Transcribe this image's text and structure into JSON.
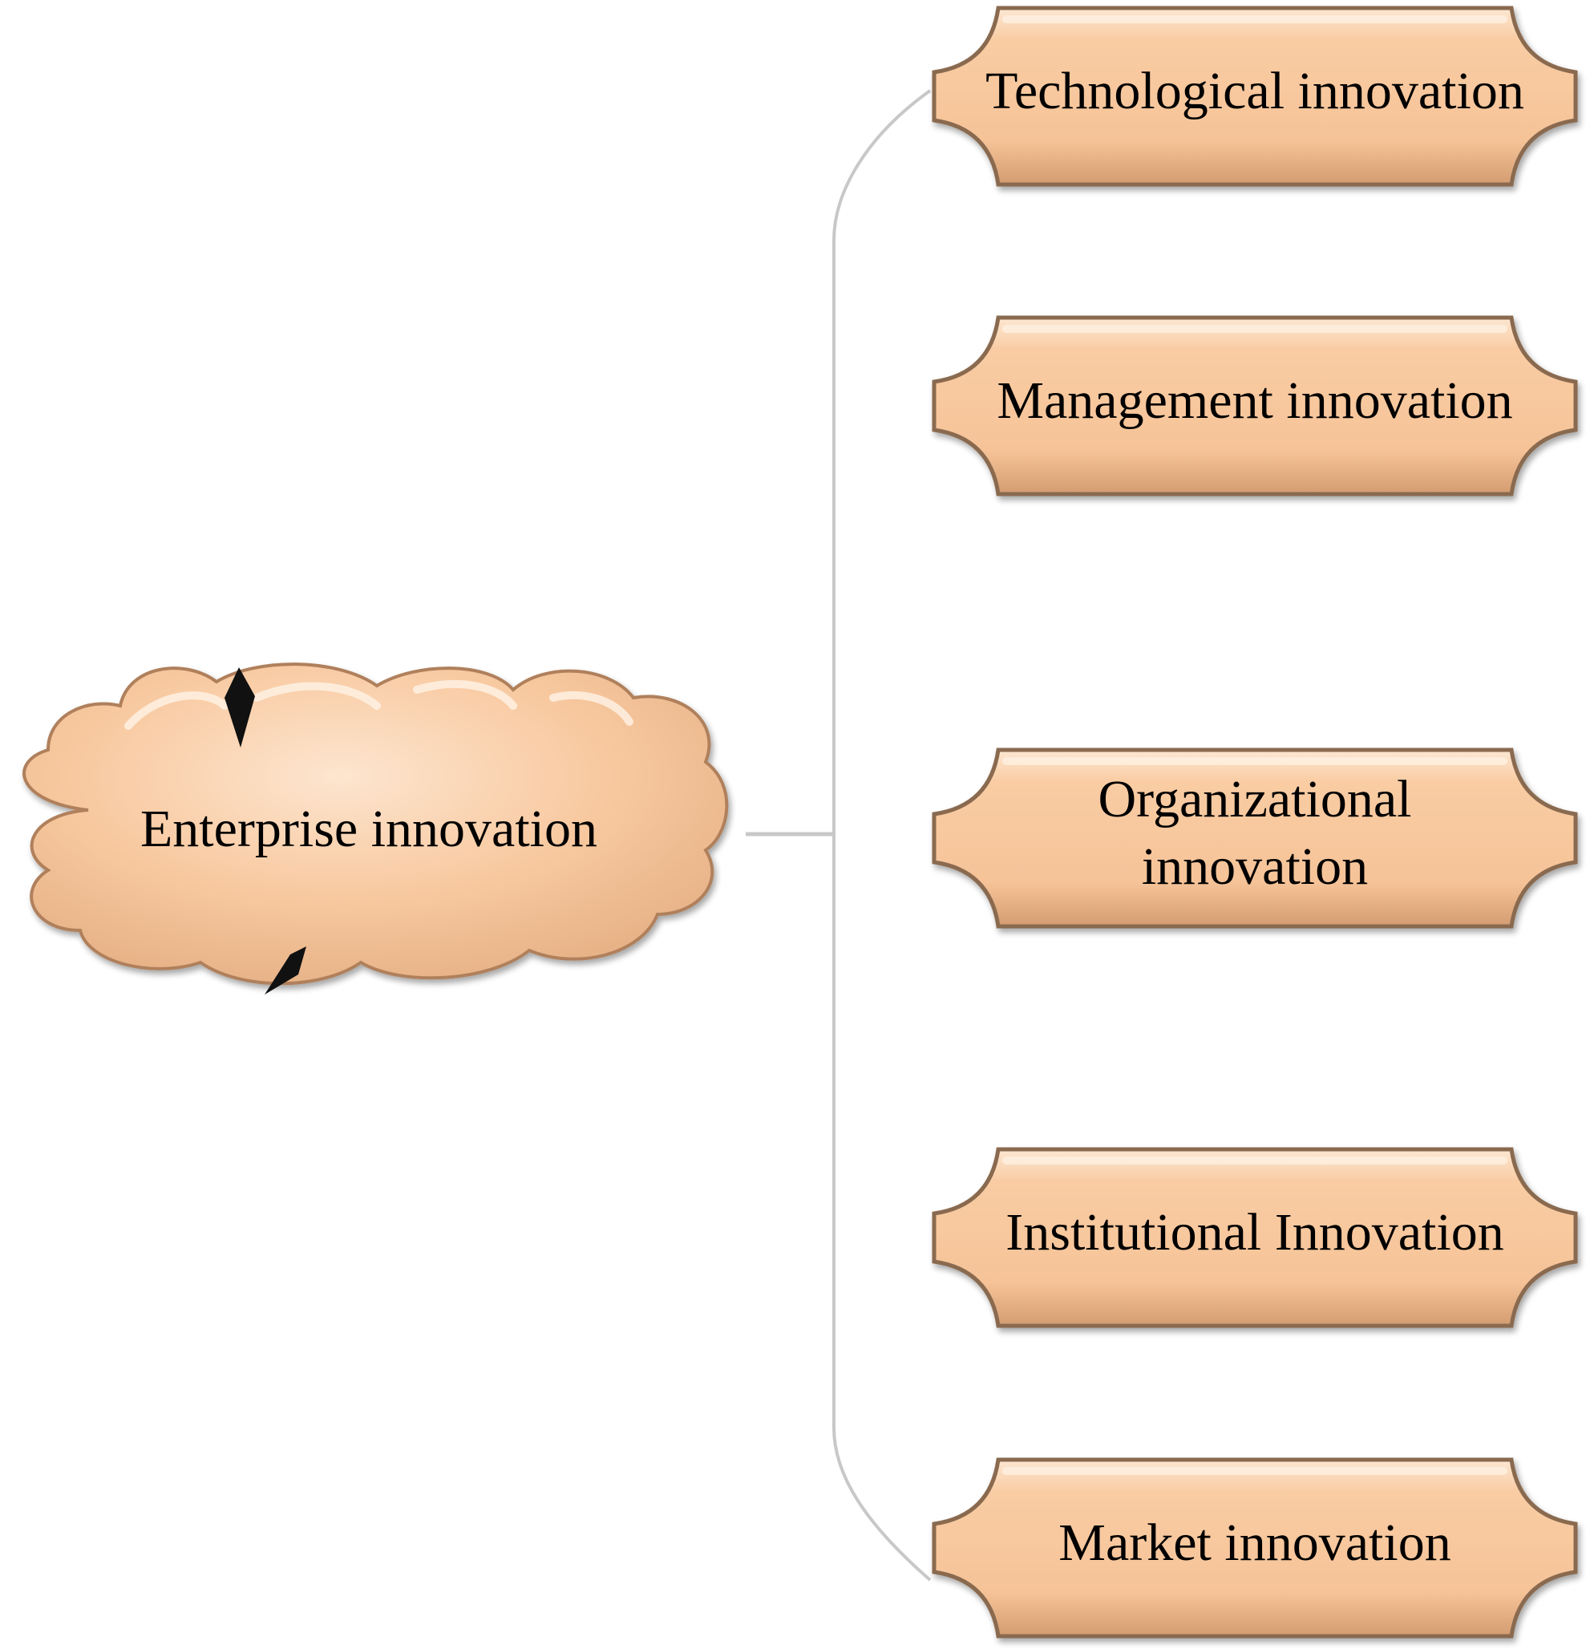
{
  "central": {
    "label": "Enterprise innovation"
  },
  "branches": [
    {
      "lines": [
        "Technological innovation"
      ]
    },
    {
      "lines": [
        "Management innovation"
      ]
    },
    {
      "lines": [
        "Organizational",
        "innovation"
      ]
    },
    {
      "lines": [
        "Institutional Innovation"
      ]
    },
    {
      "lines": [
        "Market innovation"
      ]
    }
  ],
  "colors": {
    "fill": "#f8c9a0",
    "fill_light": "#fde4cc",
    "fill_dark": "#d9a478",
    "edge": "#8a6a50",
    "connector": "#c8c8c8",
    "marker": "#111111"
  }
}
